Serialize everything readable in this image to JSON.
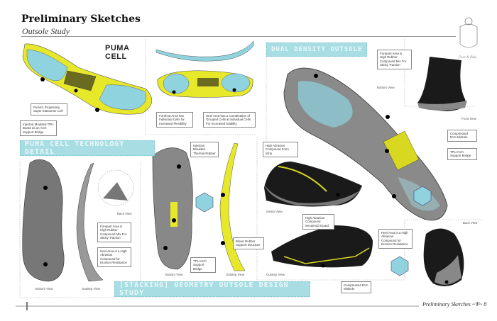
{
  "header": {
    "title": "Preliminary Sketches",
    "subtitle": "Outsole Study"
  },
  "logos": {
    "puma_cell": "PUMA CELL",
    "crest": "Fear & Play"
  },
  "banners": {
    "dual_density": "DUAL DENSITY OUTSOLE",
    "cell_tech": "PUMA CELL TECHNOLOGY DETAIL",
    "stacking": "[STACKING] GEOMETRY OUTSOLE DESIGN STUDY"
  },
  "labels": {
    "elastomer": "Puma's Proprietary Super Elastomer Cell",
    "tpu_board": "Injected Moulded TPU Board w/ an Arch Support Bridge",
    "forefoot_cells": "Forefoot Area has Individual Cells for Increased Flexibility",
    "heel_cells": "Heel Area has a Combination of Grouped Cells & Individual Cells For Increased Stability",
    "forepart_dual": "Forepart Area is High Rubber Compound Mix For Sticky Traction",
    "eva_dual": "Compressed EVA Midsole",
    "tpu_dual": "TPU Arch Support Bridge",
    "form_strip": "High Abrasion Compound Form Strip",
    "forepart_tech": "Forepart Area is High Rubber Compound Mix For Sticky Traction",
    "heel_tech": "Heel Area is a High Abrasion Compound for Erosion Resistance",
    "thermal_rubber": "Injection Moulded Thermal Rubber",
    "blown_rubber": "Blown Rubber Support Structure",
    "tpu_stack": "TPU Arch Support Bridge",
    "sesamoid": "High Abrasion Compound Sesamoid Guard",
    "heel_dual": "Heel Area is a High Abrasion Compound for Erosion Resistance",
    "eva_stack": "Compressed EVA Midsole"
  },
  "captions": {
    "bottom_view_dual": "Bottom View",
    "front_view": "Front View",
    "back_view_tech": "Back View",
    "bottom_view_tech": "Bottom View",
    "outstep_view_tech": "Outstep View",
    "bottom_view_stack": "Bottom View",
    "outstep_view_stack": "Outstep View",
    "instep_view": "Instep View",
    "outstep_view_shoe": "Outstep View",
    "back_view_shoe": "Back View"
  },
  "footer": {
    "text": "Preliminary Sketches",
    "page": "8"
  },
  "colors": {
    "accent": "#a7dde3",
    "yellow": "#e8e82a",
    "cell": "#8fd3df",
    "dark": "#1a1a1a",
    "sole": "#8a8a8a"
  }
}
